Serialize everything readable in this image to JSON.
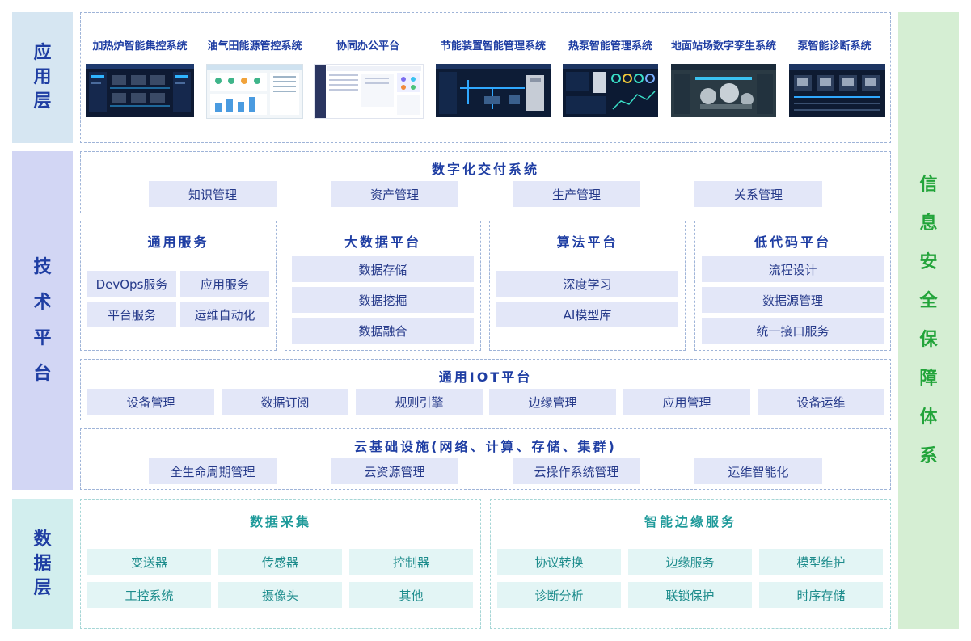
{
  "colors": {
    "app_side_bg": "#d6e6f2",
    "tech_side_bg": "#d2d6f4",
    "data_side_bg": "#d2eeee",
    "security_bg": "#d5eed3",
    "blue_text": "#1f3ea3",
    "teal_text": "#1e9a9a",
    "green_text": "#22a43a"
  },
  "layers": {
    "application": "应用层",
    "technology": "技术平台",
    "data": "数据层",
    "security": "信息安全保障体系"
  },
  "apps": [
    {
      "label": "加热炉智能集控系统",
      "icon": "dark-dashboard-screenshot"
    },
    {
      "label": "油气田能源管控系统",
      "icon": "light-dashboard-screenshot"
    },
    {
      "label": "协同办公平台",
      "icon": "office-portal-screenshot"
    },
    {
      "label": "节能装置智能管理系统",
      "icon": "process-flow-screenshot"
    },
    {
      "label": "热泵智能管理系统",
      "icon": "gauge-dashboard-screenshot"
    },
    {
      "label": "地面站场数字孪生系统",
      "icon": "digital-twin-screenshot"
    },
    {
      "label": "泵智能诊断系统",
      "icon": "equipment-grid-screenshot"
    }
  ],
  "digital_delivery": {
    "title": "数字化交付系统",
    "items": [
      "知识管理",
      "资产管理",
      "生产管理",
      "关系管理"
    ]
  },
  "general_service": {
    "title": "通用服务",
    "items": [
      "DevOps服务",
      "应用服务",
      "平台服务",
      "运维自动化"
    ]
  },
  "bigdata": {
    "title": "大数据平台",
    "items": [
      "数据存储",
      "数据挖掘",
      "数据融合"
    ]
  },
  "algorithm": {
    "title": "算法平台",
    "items": [
      "深度学习",
      "AI模型库"
    ]
  },
  "lowcode": {
    "title": "低代码平台",
    "items": [
      "流程设计",
      "数据源管理",
      "统一接口服务"
    ]
  },
  "iot": {
    "title": "通用IOT平台",
    "items": [
      "设备管理",
      "数据订阅",
      "规则引擎",
      "边缘管理",
      "应用管理",
      "设备运维"
    ]
  },
  "cloud": {
    "title": "云基础设施(网络、计算、存储、集群)",
    "items": [
      "全生命周期管理",
      "云资源管理",
      "云操作系统管理",
      "运维智能化"
    ]
  },
  "data_collect": {
    "title": "数据采集",
    "items": [
      "变送器",
      "传感器",
      "控制器",
      "工控系统",
      "摄像头",
      "其他"
    ]
  },
  "edge_service": {
    "title": "智能边缘服务",
    "items": [
      "协议转换",
      "边缘服务",
      "模型维护",
      "诊断分析",
      "联锁保护",
      "时序存储"
    ]
  }
}
